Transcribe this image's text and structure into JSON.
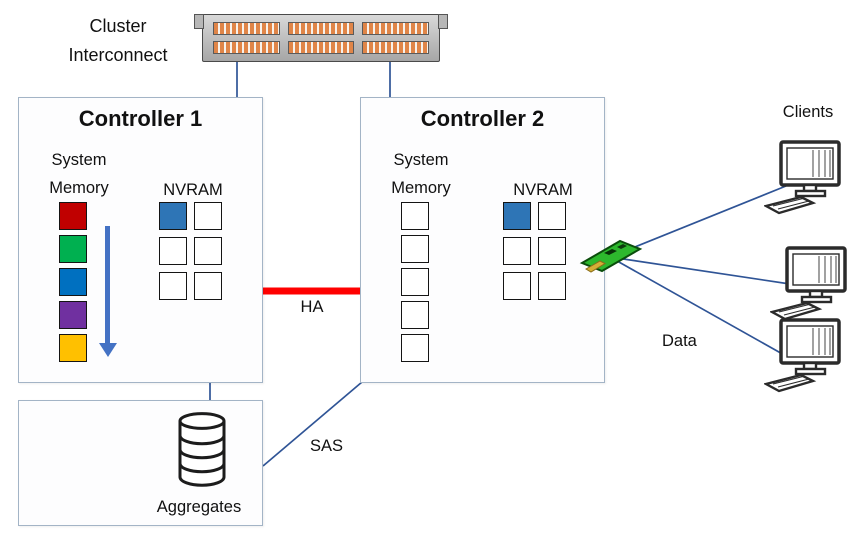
{
  "labels": {
    "cluster_interconnect": "Cluster Interconnect",
    "clients": "Clients",
    "ha": "HA",
    "sas": "SAS",
    "data": "Data",
    "aggregates": "Aggregates"
  },
  "controller1": {
    "title": "Controller 1",
    "memory_label": "System Memory",
    "nvram_label": "NVRAM",
    "memory_cells": [
      "#c00000",
      "#00b050",
      "#0070c0",
      "#7030a0",
      "#ffc000"
    ],
    "nvram_cells": [
      "filled",
      "empty",
      "empty",
      "empty",
      "empty",
      "empty"
    ]
  },
  "controller2": {
    "title": "Controller 2",
    "memory_label": "System Memory",
    "nvram_label": "NVRAM",
    "memory_cells": [
      "empty",
      "empty",
      "empty",
      "empty",
      "empty"
    ],
    "nvram_cells": [
      "filled",
      "empty",
      "empty",
      "empty",
      "empty",
      "empty"
    ]
  },
  "colors": {
    "nvram_filled": "#2e75b6",
    "ha_link": "#ff0000",
    "connector_line": "#2f5496",
    "flow_arrow": "#4472c4",
    "nic_green": "#2db82d"
  },
  "icons": {
    "cluster_switch": "network-switch-icon",
    "aggregates_storage": "database-icon",
    "network_adapter": "network-adapter-icon",
    "client_computer": "desktop-computer-icon",
    "memory_flow": "down-arrow-icon"
  }
}
